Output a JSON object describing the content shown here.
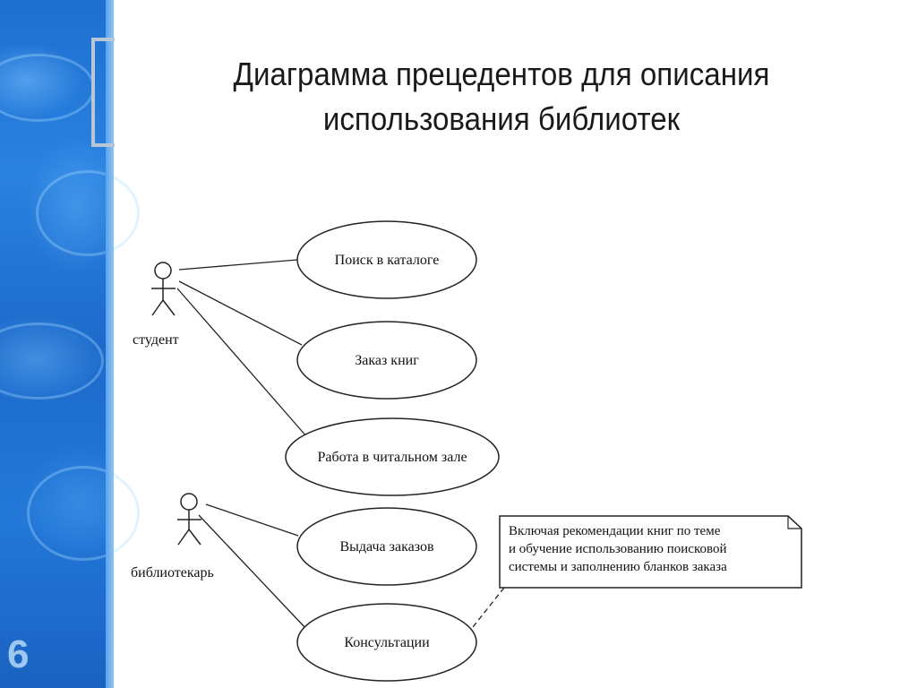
{
  "title_line1": "Диаграмма прецедентов для описания",
  "title_line2": "использования библиотек",
  "slide_number": "6",
  "actors": {
    "student": "студент",
    "librarian": "библиотекарь"
  },
  "use_cases": {
    "search": "Поиск в каталоге",
    "order": "Заказ книг",
    "reading_room": "Работа в читальном зале",
    "issue": "Выдача заказов",
    "consult": "Консультации"
  },
  "note": {
    "line1": "Включая рекомендации книг по теме",
    "line2": "и обучение использованию поисковой",
    "line3": "системы и заполнению бланков заказа"
  }
}
